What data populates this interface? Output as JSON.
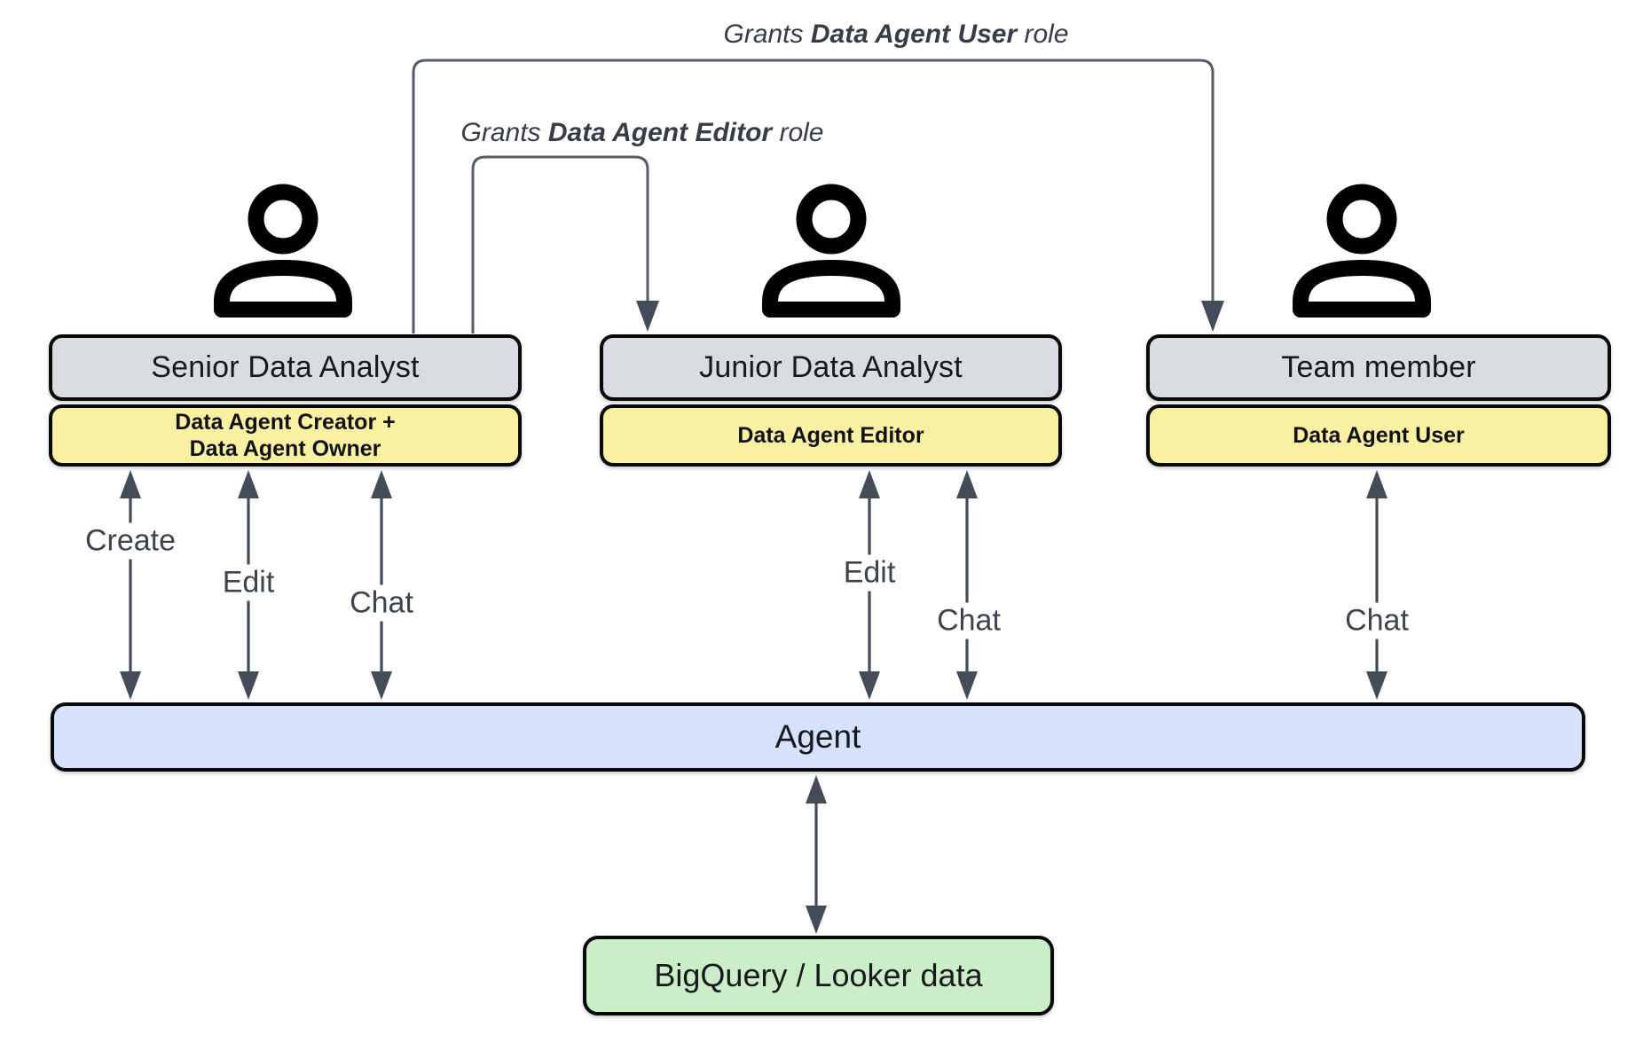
{
  "colors": {
    "box_gray": "#D9DCE1",
    "box_yellow": "#FAF0A2",
    "box_blue": "#D6E2FB",
    "box_green": "#CBEEC9",
    "box_border": "#0A0A0A",
    "arrow": "#454C59",
    "connector": "#555C68",
    "title_text": "#17191D",
    "action_text": "#3E444D",
    "grant_text": "#383D45",
    "icon": "#000000"
  },
  "grants": [
    {
      "prefix": "Grants ",
      "role": "Data Agent User",
      "suffix": " role"
    },
    {
      "prefix": "Grants ",
      "role": "Data Agent Editor",
      "suffix": " role"
    }
  ],
  "actors": [
    {
      "title": "Senior Data Analyst",
      "role_lines": [
        "Data Agent Creator +",
        "Data Agent Owner"
      ]
    },
    {
      "title": "Junior Data Analyst",
      "role_lines": [
        "Data Agent Editor"
      ]
    },
    {
      "title": "Team member",
      "role_lines": [
        "Data Agent User"
      ]
    }
  ],
  "actions": {
    "senior": [
      "Create",
      "Edit",
      "Chat"
    ],
    "junior": [
      "Edit",
      "Chat"
    ],
    "team": [
      "Chat"
    ]
  },
  "agent": {
    "label": "Agent"
  },
  "datasource": {
    "label": "BigQuery / Looker data"
  }
}
